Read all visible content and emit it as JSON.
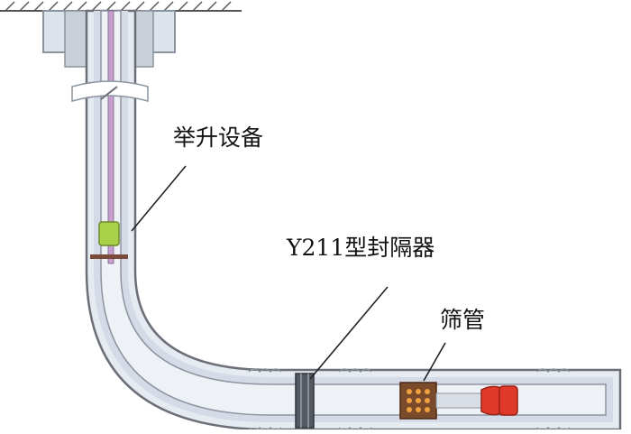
{
  "diagram": {
    "labels": {
      "lift_equipment": "举升设备",
      "packer": "Y211型封隔器",
      "screen_pipe": "筛管"
    },
    "colors": {
      "ground_hatch": "#555555",
      "wellhead_fill": "#dde3ea",
      "wellhead_stroke": "#8a949e",
      "casing_wall": "#d4dbe6",
      "casing_outline": "#6c6f78",
      "tubing_core": "#c7a0cf",
      "tubing_outline": "#7d5f86",
      "lift_device": "#a9d24b",
      "packer_band": "#545861",
      "screen_body": "#7a4a2a",
      "screen_dots": "#f0a040",
      "end_cap": "#e03a2a",
      "leader_line": "#222222"
    }
  }
}
